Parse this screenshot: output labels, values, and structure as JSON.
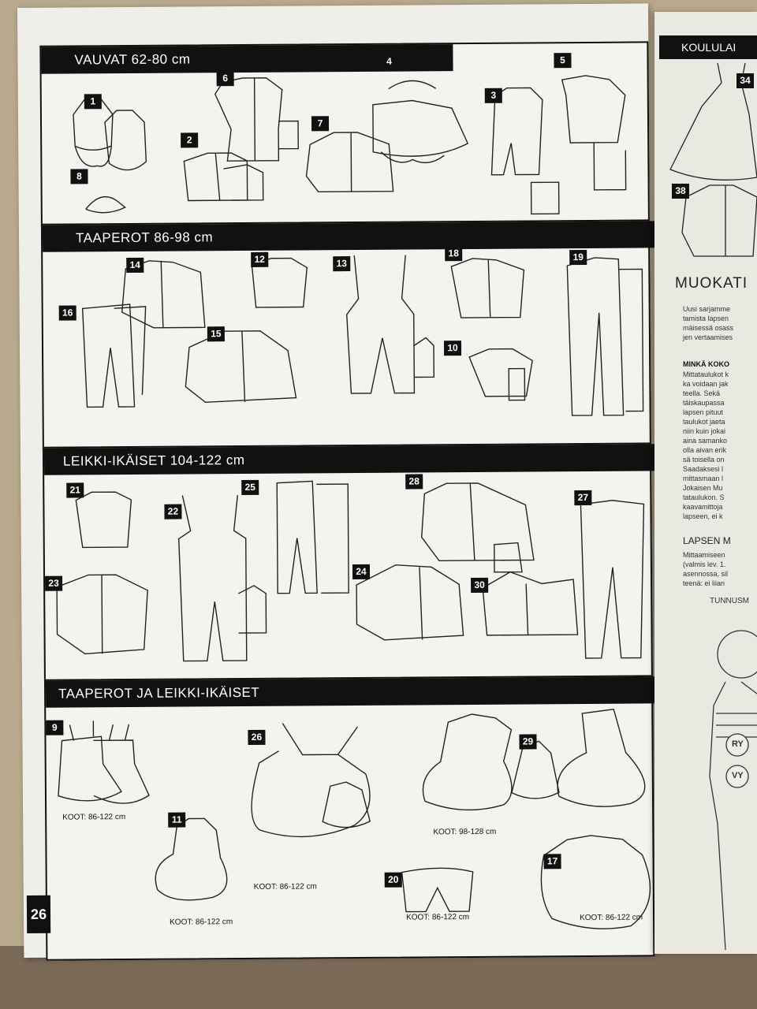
{
  "left_page": {
    "page_number": "26",
    "sections": [
      {
        "title": "VAUVAT 62-80 cm",
        "items": [
          {
            "num": "1"
          },
          {
            "num": "6"
          },
          {
            "num": "4"
          },
          {
            "num": "5"
          },
          {
            "num": "3"
          },
          {
            "num": "2"
          },
          {
            "num": "7"
          },
          {
            "num": "8"
          }
        ]
      },
      {
        "title": "TAAPEROT 86-98 cm",
        "items": [
          {
            "num": "14"
          },
          {
            "num": "12"
          },
          {
            "num": "13"
          },
          {
            "num": "18"
          },
          {
            "num": "19"
          },
          {
            "num": "16"
          },
          {
            "num": "15"
          },
          {
            "num": "10"
          }
        ]
      },
      {
        "title": "LEIKKI-IKÄISET 104-122 cm",
        "items": [
          {
            "num": "21"
          },
          {
            "num": "22"
          },
          {
            "num": "25"
          },
          {
            "num": "28"
          },
          {
            "num": "27"
          },
          {
            "num": "23"
          },
          {
            "num": "24"
          },
          {
            "num": "30"
          }
        ]
      },
      {
        "title": "TAAPEROT JA LEIKKI-IKÄISET",
        "items": [
          {
            "num": "9",
            "koot": "KOOT: 86-122 cm"
          },
          {
            "num": "26",
            "koot": "KOOT: 86-122 cm"
          },
          {
            "num": "29",
            "koot": "KOOT: 98-128 cm"
          },
          {
            "num": "11",
            "koot": "KOOT: 86-122 cm"
          },
          {
            "num": "20",
            "koot": "KOOT: 86-122 cm"
          },
          {
            "num": "17",
            "koot": "KOOT: 86-122 cm"
          }
        ]
      }
    ]
  },
  "right_page": {
    "header": "KOULULAI",
    "badges": [
      "34",
      "38"
    ],
    "title": "MUOKATI",
    "text_lines": [
      "Uusi sarjamme",
      "tamista lapsen",
      "mäisessä osass",
      "jen vertaamises"
    ],
    "heading_1": "MINKÄ KOKO",
    "text_lines_2": [
      "Mittataulukot k",
      "ka voidaan jak",
      "teella. Sekä",
      "täiskaupassa",
      "lapsen pituut",
      "taulukot jaeta",
      "niin kuin jokai",
      "aina samanko",
      "olla aivan erik",
      "sä toisella on",
      "Saadaksesi l",
      "mittasmaan l",
      "Jokaisen Mu",
      "tataulukon. S",
      "kaavamittoja",
      "lapseen, ei k"
    ],
    "heading_2": "LAPSEN M",
    "text_lines_3": [
      "Mittaamiseen",
      "(valmis lev. 1.",
      "asennossa, sil",
      "teenä: ei liian"
    ],
    "figure_label": "TUNNUSM",
    "shirt_labels": [
      "RY",
      "VY"
    ]
  }
}
